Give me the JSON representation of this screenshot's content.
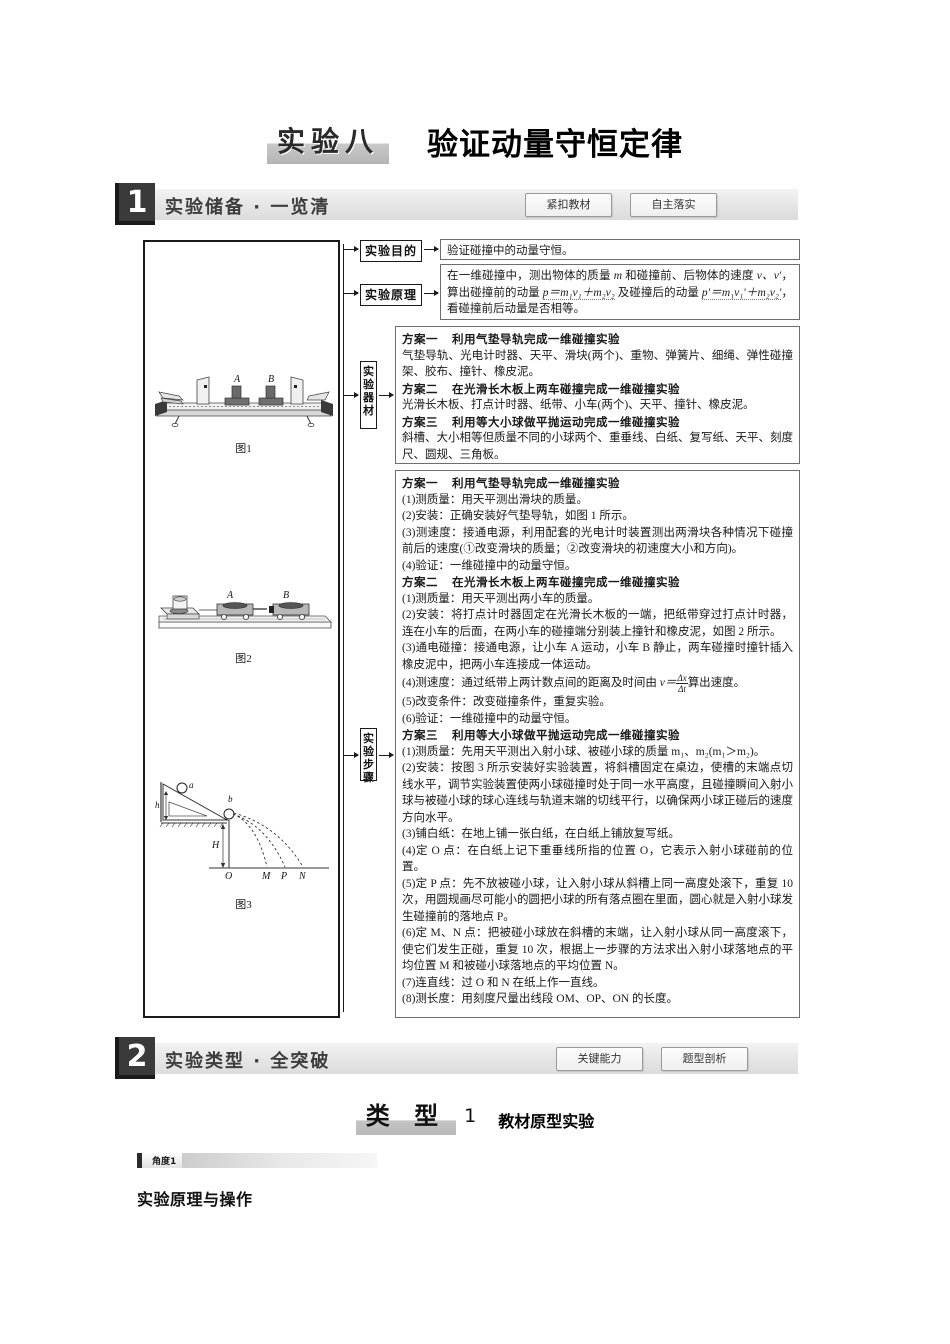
{
  "header": {
    "exp_no": "实验八",
    "exp_title": "验证动量守恒定律"
  },
  "section1": {
    "number": "1",
    "label": "实验储备 · 一览清",
    "pill_left": "紧扣教材",
    "pill_right": "自主落实"
  },
  "section2": {
    "number": "2",
    "label": "实验类型 · 全突破",
    "pill_left": "关键能力",
    "pill_right": "题型剖析"
  },
  "flow": {
    "labels": {
      "purpose": "实验目的",
      "principle": "实验原理",
      "equipment": "实验器材",
      "steps": "实验步骤"
    },
    "purpose_text": "验证碰撞中的动量守恒。",
    "principle_text_1": "在一维碰撞中，测出物体的质量 ",
    "principle_m": "m",
    "principle_text_2": " 和碰撞前、后物体的速度 ",
    "principle_v": "v、v′",
    "principle_text_3": "，算出碰撞前的动量 ",
    "principle_p1": "p＝m₁v₁＋m₂v₂",
    "principle_text_4": " 及碰撞后的动量 ",
    "principle_p2": "p′＝m₁v₁′＋m₂v₂′",
    "principle_text_5": "，看碰撞前后动量是否相等。"
  },
  "equipment": {
    "plan1_head": "方案一",
    "plan1_title": "利用气垫导轨完成一维碰撞实验",
    "plan1_body": "气垫导轨、光电计时器、天平、滑块(两个)、重物、弹簧片、细绳、弹性碰撞架、胶布、撞针、橡皮泥。",
    "plan2_head": "方案二",
    "plan2_title": "在光滑长木板上两车碰撞完成一维碰撞实验",
    "plan2_body": "光滑长木板、打点计时器、纸带、小车(两个)、天平、撞针、橡皮泥。",
    "plan3_head": "方案三",
    "plan3_title": "利用等大小球做平抛运动完成一维碰撞实验",
    "plan3_body": "斜槽、大小相等但质量不同的小球两个、重垂线、白纸、复写纸、天平、刻度尺、圆规、三角板。"
  },
  "steps": {
    "plan1_head": "方案一",
    "plan1_title": "利用气垫导轨完成一维碰撞实验",
    "plan1_items": [
      "(1)测质量：用天平测出滑块的质量。",
      "(2)安装：正确安装好气垫导轨，如图 1 所示。",
      "(3)测速度：接通电源，利用配套的光电计时装置测出两滑块各种情况下碰撞前后的速度(①改变滑块的质量；②改变滑块的初速度大小和方向)。",
      "(4)验证：一维碰撞中的动量守恒。"
    ],
    "plan2_head": "方案二",
    "plan2_title": "在光滑长木板上两车碰撞完成一维碰撞实验",
    "plan2_items": [
      "(1)测质量：用天平测出两小车的质量。",
      "(2)安装：将打点计时器固定在光滑长木板的一端，把纸带穿过打点计时器，连在小车的后面，在两小车的碰撞端分别装上撞针和橡皮泥，如图 2 所示。",
      "(3)通电碰撞：接通电源，让小车 A 运动，小车 B 静止，两车碰撞时撞针插入橡皮泥中，把两小车连接成一体运动。",
      "(5)改变条件：改变碰撞条件，重复实验。",
      "(6)验证：一维碰撞中的动量守恒。"
    ],
    "plan2_item4_pre": "(4)测速度：通过纸带上两计数点间的距离及时间由 ",
    "plan2_item4_formula_num": "Δx",
    "plan2_item4_formula_den": "Δt",
    "plan2_item4_eq": "v＝",
    "plan2_item4_post": "算出速度。",
    "plan3_head": "方案三",
    "plan3_title": "利用等大小球做平抛运动完成一维碰撞实验",
    "plan3_items": [
      "(1)测质量：先用天平测出入射小球、被碰小球的质量 m₁、m₂(m₁＞m₂)。",
      "(2)安装：按图 3 所示安装好实验装置，将斜槽固定在桌边，使槽的末端点切线水平，调节实验装置使两小球碰撞时处于同一水平高度，且碰撞瞬间入射小球与被碰小球的球心连线与轨道末端的切线平行，以确保两小球正碰后的速度方向水平。",
      "(3)铺白纸：在地上铺一张白纸，在白纸上铺放复写纸。",
      "(4)定 O 点：在白纸上记下重垂线所指的位置 O，它表示入射小球碰前的位置。",
      "(5)定 P 点：先不放被碰小球，让入射小球从斜槽上同一高度处滚下，重复 10 次，用圆规画尽可能小的圆把小球的所有落点圈在里面，圆心就是入射小球发生碰撞前的落地点 P。",
      "(6)定 M、N 点：把被碰小球放在斜槽的末端，让入射小球从同一高度滚下，使它们发生正碰，重复 10 次，根据上一步骤的方法求出入射小球落地点的平均位置 M 和被碰小球落地点的平均位置 N。",
      "(7)连直线：过 O 和 N 在纸上作一直线。",
      "(8)测长度：用刻度尺量出线段 OM、OP、ON 的长度。"
    ]
  },
  "figures": {
    "fig1_caption": "图1",
    "fig1_labels": [
      "A",
      "B"
    ],
    "fig2_caption": "图2",
    "fig2_labels": [
      "A",
      "B"
    ],
    "fig3_caption": "图3",
    "fig3_labels": [
      "a",
      "b",
      "h",
      "H",
      "O",
      "M",
      "P",
      "N"
    ]
  },
  "type_block": {
    "word": "类 型",
    "number": "1",
    "name": "教材原型实验"
  },
  "angle_block": {
    "tab": "角度1",
    "title": "实验原理与操作"
  }
}
